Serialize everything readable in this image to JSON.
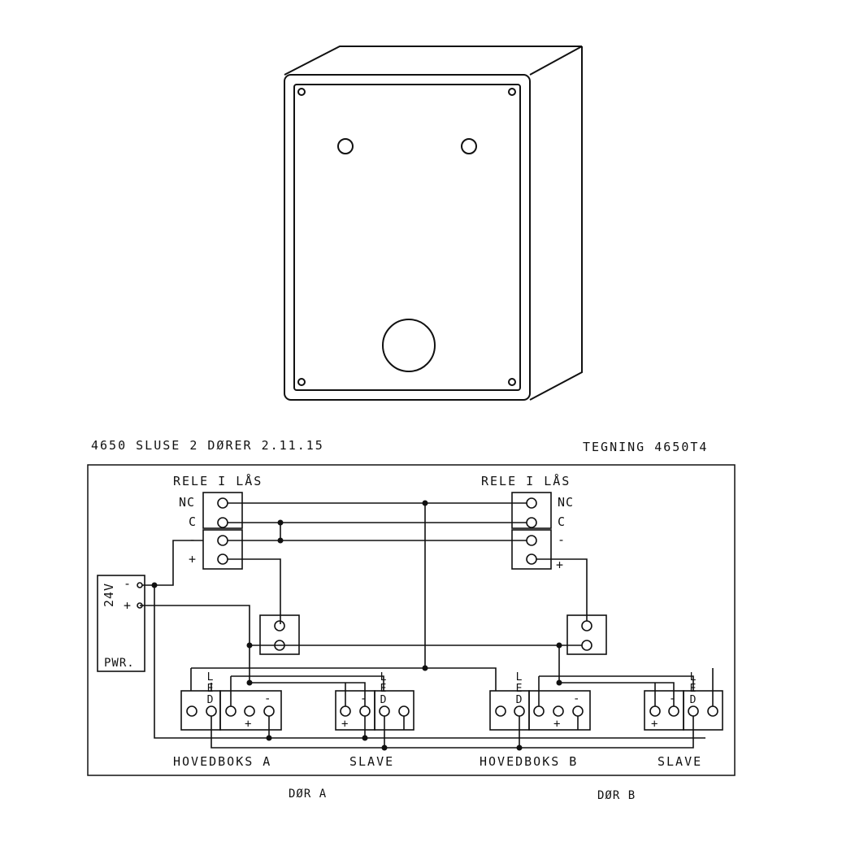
{
  "header": {
    "title_left": "4650 SLUSE 2 DØRER 2.11.15",
    "title_right": "TEGNING 4650T4"
  },
  "relays": {
    "left": {
      "title": "RELE I LÅS",
      "nc": "NC",
      "c": "C",
      "minus": "-",
      "plus": "+"
    },
    "right": {
      "title": "RELE I LÅS",
      "nc": "NC",
      "c": "C",
      "minus": "-",
      "plus": "+"
    }
  },
  "power": {
    "voltage": "24V",
    "minus": "-",
    "plus": "+",
    "label": "PWR."
  },
  "modules": {
    "led": "LED",
    "plus": "+",
    "minus": "-",
    "hovedboks_a": "HOVEDBOKS A",
    "slave_a": "SLAVE",
    "hovedboks_b": "HOVEDBOKS B",
    "slave_b": "SLAVE"
  },
  "doors": {
    "a": "DØR A",
    "b": "DØR B"
  }
}
